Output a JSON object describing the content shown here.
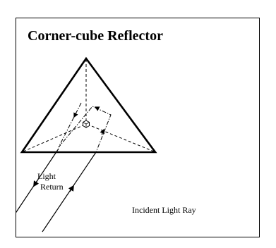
{
  "diagram": {
    "title": "Corner-cube Reflector",
    "labels": {
      "return_line1": "Light",
      "return_line2": "Return",
      "incident": "Incident Light Ray"
    },
    "colors": {
      "ink": "#000000",
      "background": "#ffffff"
    }
  }
}
